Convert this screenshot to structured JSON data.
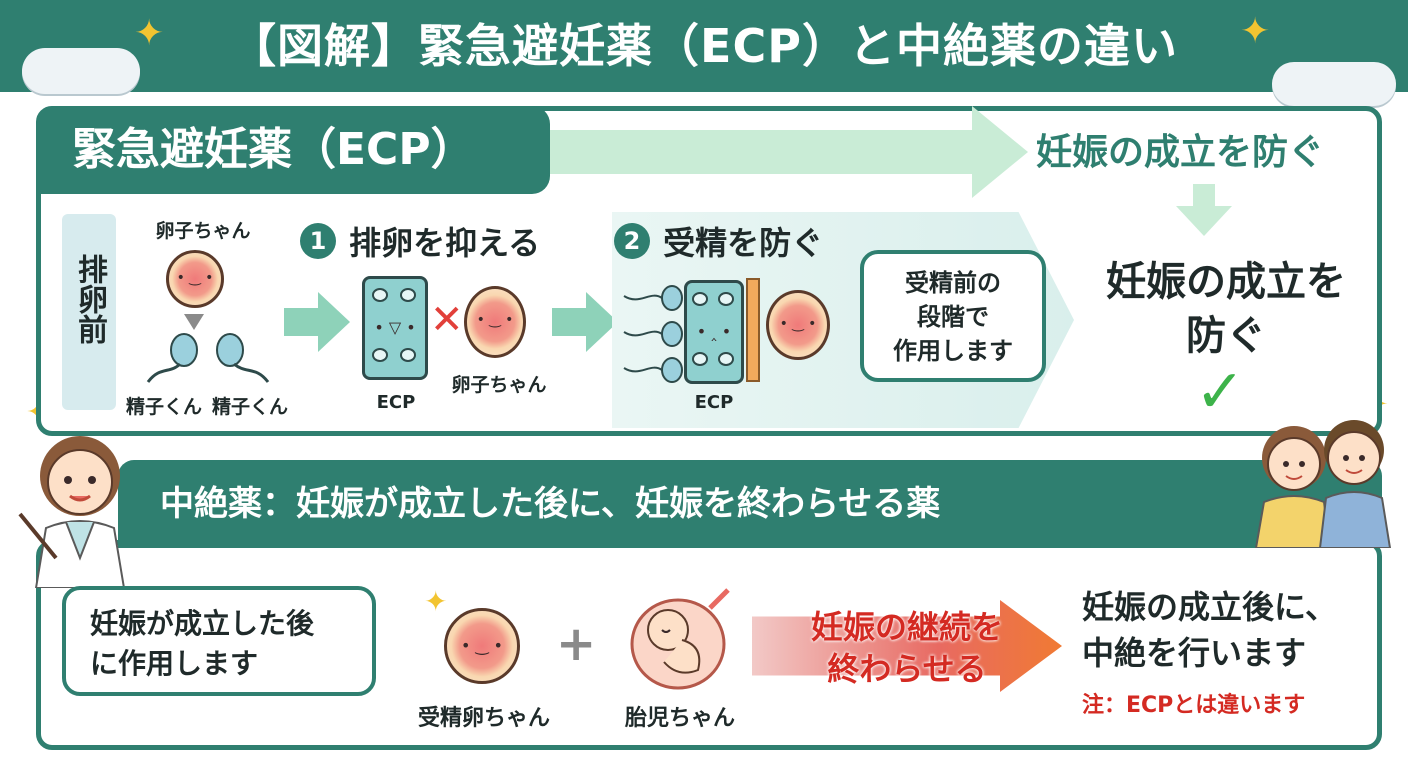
{
  "title": "【図解】緊急避妊薬（ECP）と中絶薬の違い",
  "ecp": {
    "tab_label": "緊急避妊薬（ECP）",
    "arrow_result": "妊娠の成立を防ぐ",
    "side_label": "排卵前",
    "egg_label_top": "卵子ちゃん",
    "sperm_label_1": "精子くん",
    "sperm_label_2": "精子くん",
    "step1_number": "1",
    "step1_title": "排卵を抑える",
    "step1_pill_label": "ECP",
    "step1_egg_label": "卵子ちゃん",
    "step2_number": "2",
    "step2_title": "受精を防ぐ",
    "step2_pill_label": "ECP",
    "bubble_text": [
      "受精前の",
      "段階で",
      "作用します"
    ],
    "result_lines": [
      "妊娠の成立を",
      "防ぐ"
    ],
    "check_symbol": "✓"
  },
  "abortion": {
    "tab_label": "中絶薬：妊娠が成立した後に、妊娠を終わらせる薬",
    "bubble_lines": [
      "妊娠が成立した後",
      "に作用します"
    ],
    "fertilized_egg_label": "受精卵ちゃん",
    "plus_symbol": "+",
    "fetus_label": "胎児ちゃん",
    "arrow_text": [
      "妊娠の継続を",
      "終わらせる"
    ],
    "result_lines": [
      "妊娠の成立後に、",
      "中絶を行います"
    ],
    "note": "注：ECPとは違います"
  },
  "colors": {
    "teal": "#2f7f70",
    "light_green": "#c9ecd6",
    "red": "#d42a22",
    "check_green": "#3db34a"
  },
  "icons": [
    "sparkle-icon",
    "cloud-icon",
    "egg-icon",
    "sperm-icon",
    "pill-pack-icon",
    "cross-icon",
    "fetus-icon",
    "check-icon",
    "doctor-icon",
    "couple-icon"
  ]
}
